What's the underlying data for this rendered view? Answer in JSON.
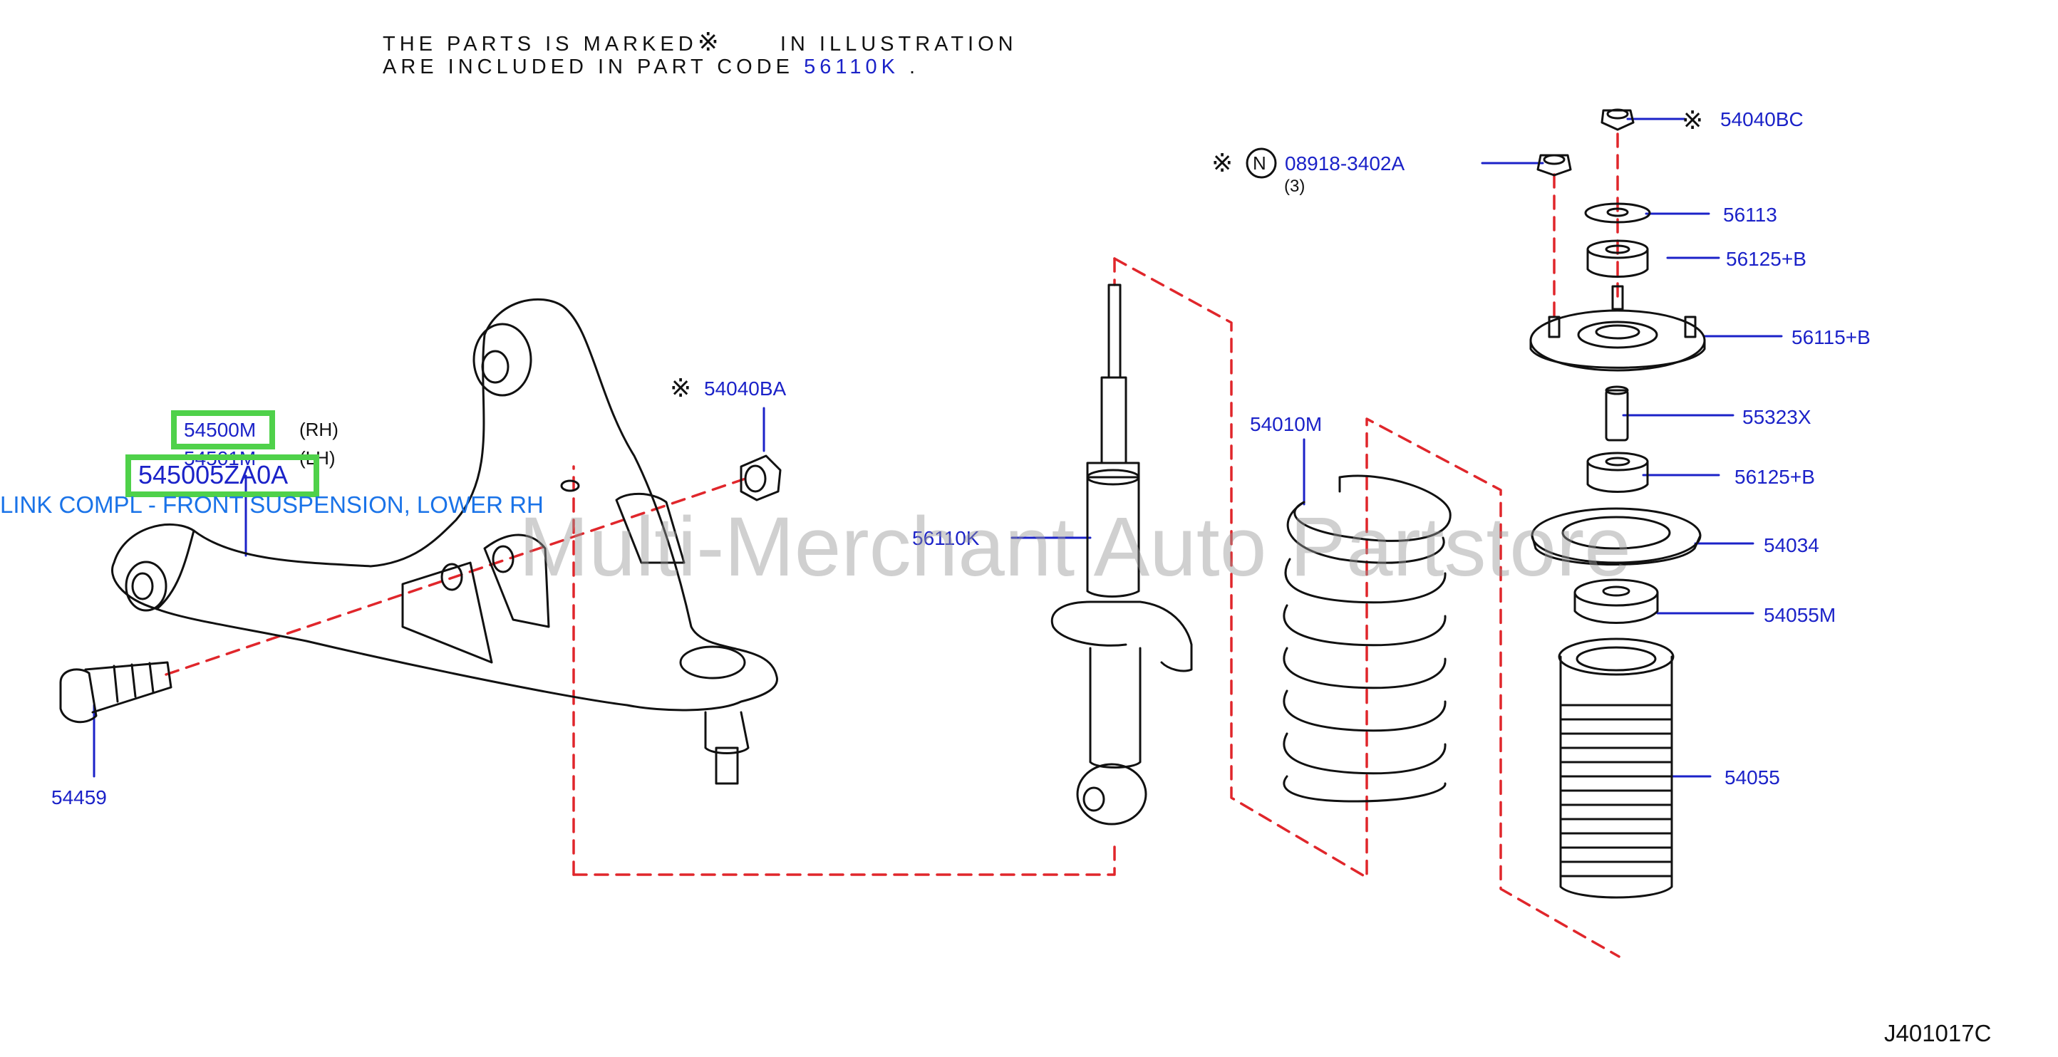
{
  "note": {
    "line1_a": "THE PARTS IS MARKED",
    "mark": "※",
    "line1_b": "IN ILLUSTRATION",
    "line2": "ARE INCLUDED IN PART CODE",
    "code": "56110K",
    "period": "."
  },
  "labels": {
    "p54040BC": "54040BC",
    "p08918": "08918-3402A",
    "p08918_qty": "(3)",
    "circle_n": "N",
    "p56113": "56113",
    "p56125B_top": "56125+B",
    "p56115B": "56115+B",
    "p55323X": "55323X",
    "p56125B_bot": "56125+B",
    "p54034": "54034",
    "p54055M": "54055M",
    "p54055": "54055",
    "p54010M": "54010M",
    "p56110K": "56110K",
    "p54040BA": "54040BA",
    "p54459": "54459",
    "p54500M": "54500M",
    "rh": "(RH)",
    "p54501M": "54501M",
    "lh": "(LH)",
    "p545005ZA0A": "545005ZA0A",
    "link_compl": "LINK COMPL - FRONT SUSPENSION, LOWER RH"
  },
  "marks": {
    "ref": "※"
  },
  "watermark": "Multi-Merchant Auto Partstore",
  "diagram_id": "J401017C",
  "colors": {
    "label": "#1b22c8",
    "highlight": "#4fd14a",
    "dash": "#e0262b",
    "link": "#1a73e8"
  }
}
